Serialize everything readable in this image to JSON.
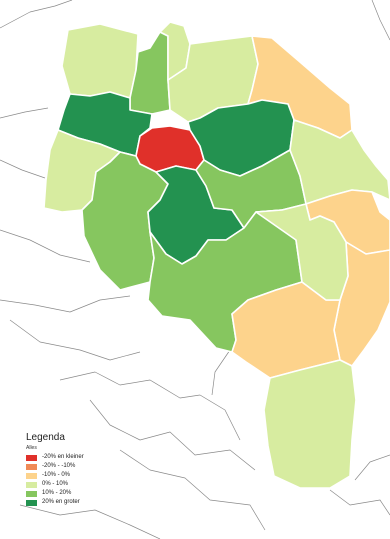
{
  "legend": {
    "title": "Legenda",
    "subtitle": "Alles",
    "classes": [
      {
        "label": "-20% en kleiner",
        "color": "#e0302a"
      },
      {
        "label": "-20% - -10%",
        "color": "#f08a57"
      },
      {
        "label": "-10% - 0%",
        "color": "#fdd38c"
      },
      {
        "label": "0% - 10%",
        "color": "#d7eca0"
      },
      {
        "label": "10% - 20%",
        "color": "#86c65f"
      },
      {
        "label": "20% en groter",
        "color": "#239250"
      }
    ]
  },
  "regions": [
    {
      "id": "north-west",
      "class": 3
    },
    {
      "id": "north-strip-1",
      "class": 4
    },
    {
      "id": "north-strip-2",
      "class": 3
    },
    {
      "id": "north-mid",
      "class": 3
    },
    {
      "id": "north-east",
      "class": 2
    },
    {
      "id": "west-dark",
      "class": 5
    },
    {
      "id": "center-red",
      "class": 0
    },
    {
      "id": "east-dark",
      "class": 5
    },
    {
      "id": "far-west",
      "class": 3
    },
    {
      "id": "west-green",
      "class": 4
    },
    {
      "id": "center-dark",
      "class": 5
    },
    {
      "id": "east-mid",
      "class": 4
    },
    {
      "id": "east-light",
      "class": 3
    },
    {
      "id": "south-green",
      "class": 4
    },
    {
      "id": "east-orange-1",
      "class": 2
    },
    {
      "id": "east-orange-2",
      "class": 2
    },
    {
      "id": "south-orange",
      "class": 2
    },
    {
      "id": "south-light-1",
      "class": 3
    },
    {
      "id": "south-light-2",
      "class": 3
    }
  ]
}
